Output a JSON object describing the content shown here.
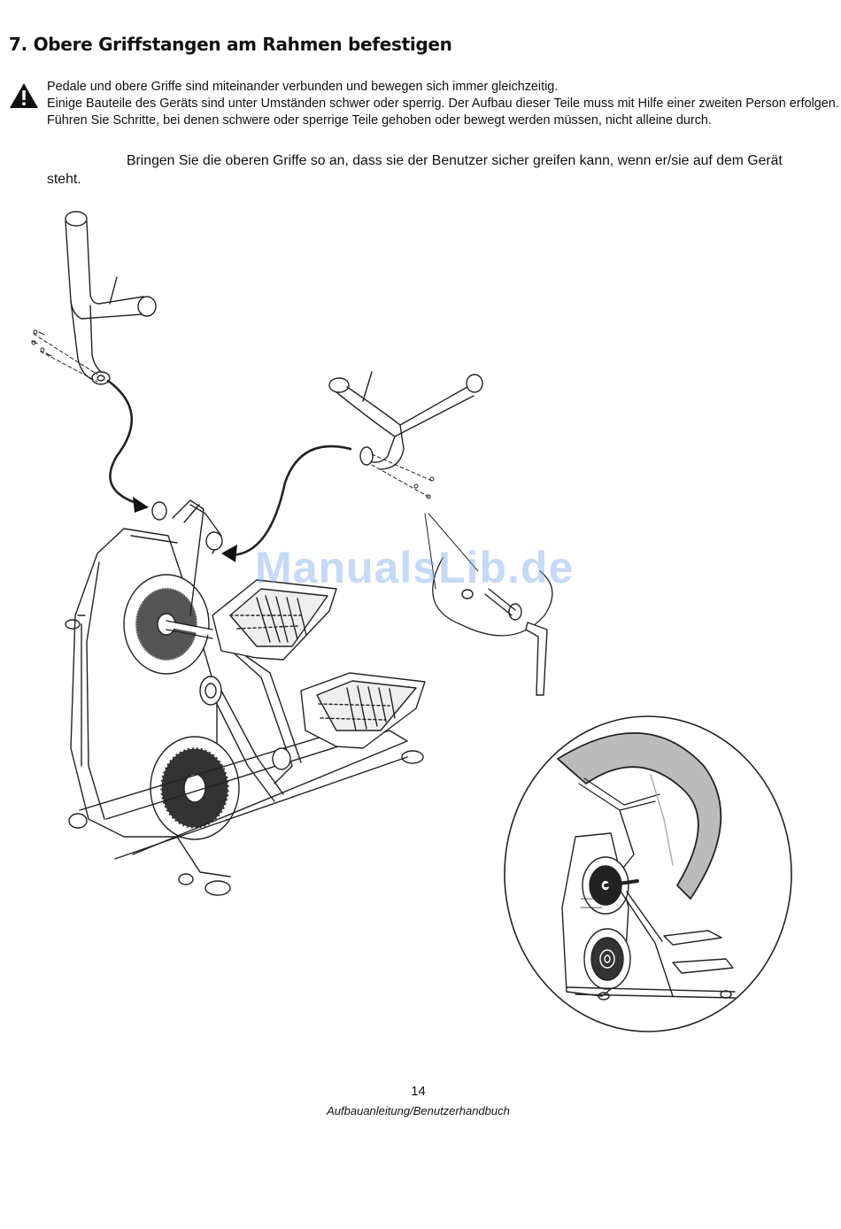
{
  "heading": {
    "number": "7.",
    "text": "Obere Griffstangen am Rahmen befestigen"
  },
  "warning": {
    "icon": "warning-triangle-icon",
    "lines": [
      "Pedale und obere Griffe sind miteinander verbunden und bewegen sich immer gleichzeitig.",
      "Einige Bauteile des Geräts sind unter Umständen schwer oder sperrig. Der Aufbau dieser Teile muss mit Hilfe einer zweiten Person erfolgen.",
      "Führen Sie Schritte, bei denen schwere oder sperrige Teile gehoben oder bewegt werden müssen, nicht alleine durch."
    ]
  },
  "instruction": "Bringen Sie die oberen Griffe so an, dass sie der Benutzer sicher greifen kann, wenn er/sie auf dem Gerät steht.",
  "watermark": "ManualsLib.de",
  "page_number": "14",
  "footer": "Aufbauanleitung/Benutzerhandbuch"
}
